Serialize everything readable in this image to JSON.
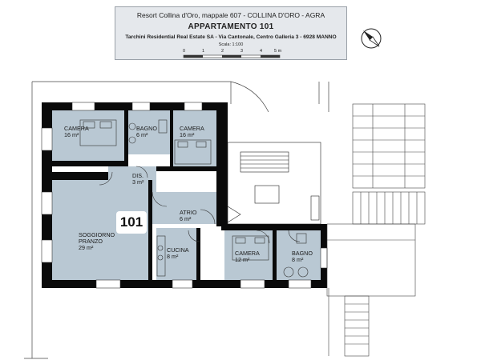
{
  "title_block": {
    "line1": "Resort Collina d'Oro, mappale 607 - COLLINA D'ORO - AGRA",
    "line2": "APPARTAMENTO 101",
    "line3": "Tarchini Residential Real Estate SA - Via Cantonale, Centro Galleria 3 - 6928 MANNO",
    "scale_label": "Scala: 1:100",
    "scale_ticks": [
      "0",
      "1",
      "2",
      "3",
      "4",
      "5 m"
    ]
  },
  "apartment_number": "101",
  "rooms": [
    {
      "id": "camera-1",
      "name": "CAMERA",
      "area": "16 m²"
    },
    {
      "id": "bagno-1",
      "name": "BAGNO",
      "area": "6 m²"
    },
    {
      "id": "camera-2",
      "name": "CAMERA",
      "area": "16 m²"
    },
    {
      "id": "dis",
      "name": "DIS.",
      "area": "3 m²"
    },
    {
      "id": "atrio",
      "name": "ATRIO",
      "area": "6 m²"
    },
    {
      "id": "soggiorno",
      "name": "SOGGIORNO\nPRANZO",
      "area": "29 m²"
    },
    {
      "id": "cucina",
      "name": "CUCINA",
      "area": "8 m²"
    },
    {
      "id": "camera-3",
      "name": "CAMERA",
      "area": "12 m²"
    },
    {
      "id": "bagno-2",
      "name": "BAGNO",
      "area": "8 m²"
    }
  ],
  "colors": {
    "room_fill": "#b9c8d3",
    "wall": "#0a0a0a",
    "header_bg": "#e5e8ec",
    "line": "#333333"
  }
}
